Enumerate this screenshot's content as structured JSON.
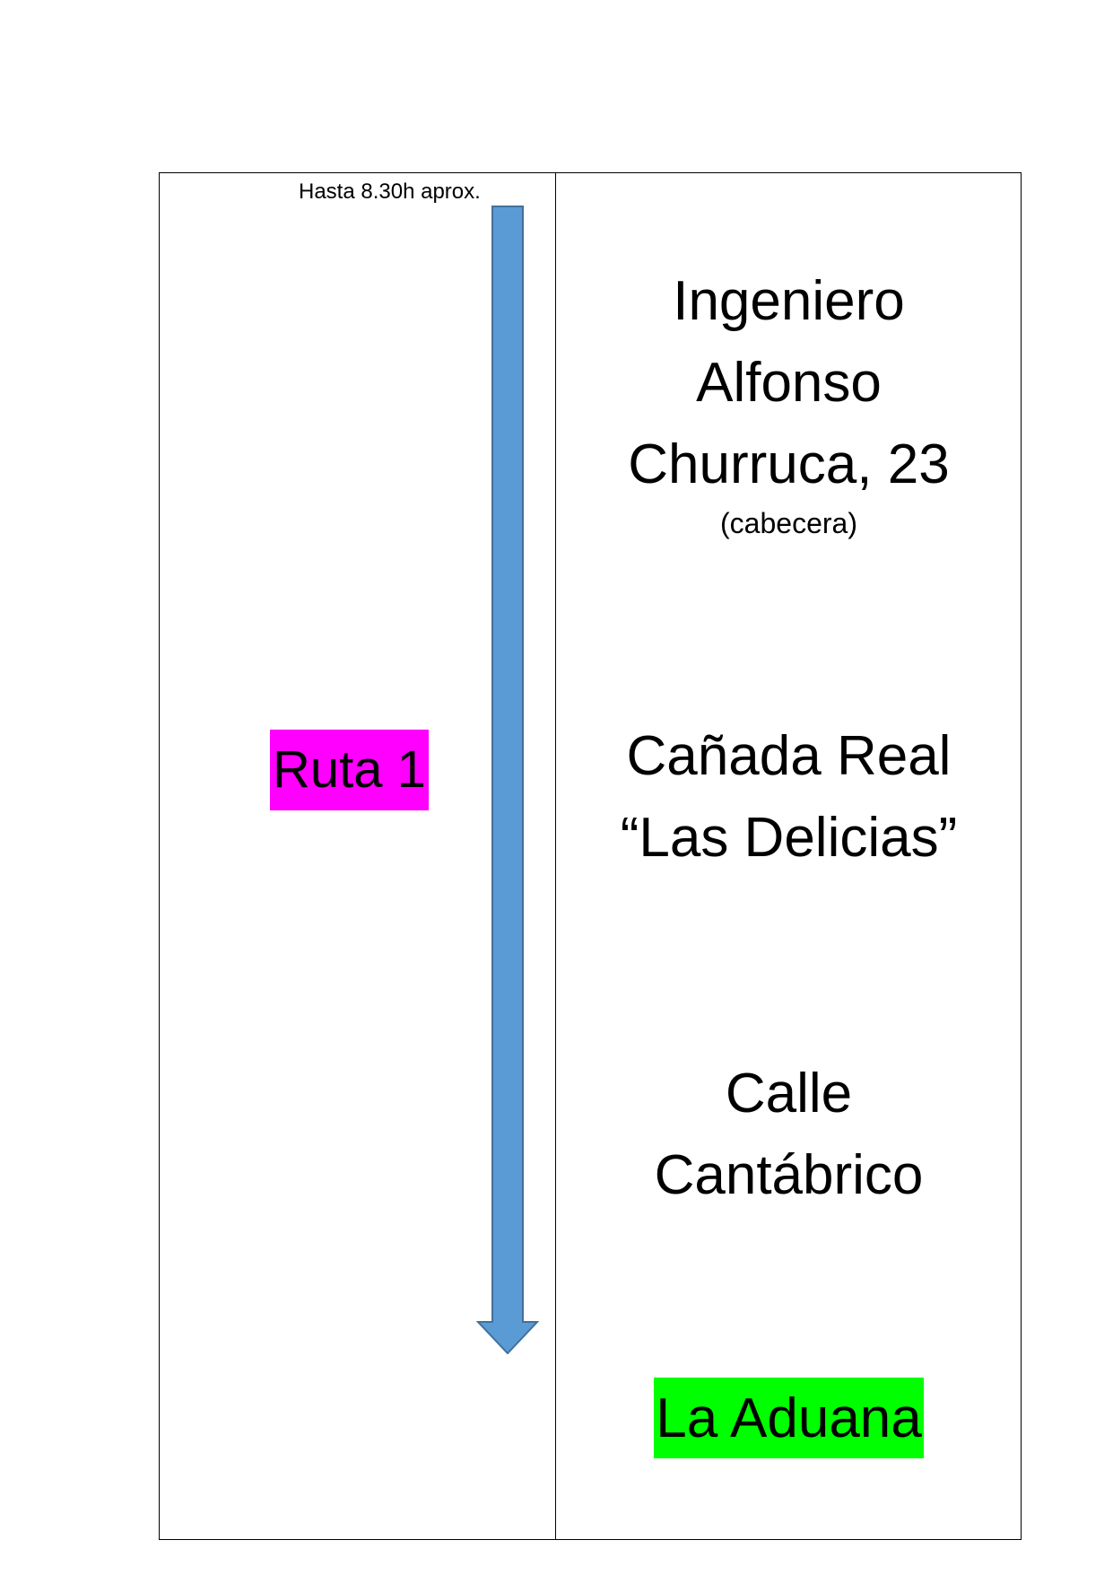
{
  "schedule_note": "Hasta 8.30h aprox.",
  "route": {
    "label": "Ruta 1",
    "highlight_color": "#ff00ff"
  },
  "arrow": {
    "icon": "down-arrow-icon",
    "fill_color": "#5b9bd5",
    "stroke_color": "#41719c"
  },
  "stops": [
    {
      "lines": [
        "Ingeniero",
        "Alfonso",
        "Churruca, 23"
      ],
      "note": "(cabecera)"
    },
    {
      "lines": [
        "Cañada Real",
        "“Las Delicias”"
      ]
    },
    {
      "lines": [
        "Calle",
        "Cantábrico"
      ]
    },
    {
      "lines": [
        "La Aduana"
      ],
      "highlight_color": "#00ff00"
    }
  ]
}
